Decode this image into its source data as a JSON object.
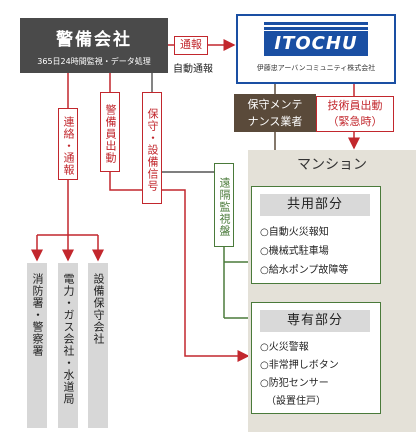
{
  "security_company": {
    "title": "警備会社",
    "subtitle": "365日24時間監視・データ処理"
  },
  "management_company": {
    "logo_text": "ITOCHU",
    "name": "伊藤忠アーバンコミュニティ株式会社"
  },
  "report_label": "通報",
  "auto_report_label": "自動通報",
  "maintenance_vendor": [
    "保守メンテ",
    "ナンス業者"
  ],
  "technician_dispatch": [
    "技術員出動",
    "（緊急時）"
  ],
  "vertical_labels": {
    "contact_report": "連絡・通報",
    "guard_dispatch": "警備員出動",
    "maintenance_signal": "保守・設備信号",
    "remote_monitoring": "遠隔監視盤"
  },
  "mansion": {
    "title": "マンション"
  },
  "common_area": {
    "title": "共用部分",
    "items": [
      "○自動火災報知",
      "○機械式駐車場",
      "○給水ポンプ故障等"
    ]
  },
  "private_area": {
    "title": "専有部分",
    "items": [
      "○火災警報",
      "○非常押しボタン",
      "○防犯センサー",
      "（設置住戸）"
    ]
  },
  "recipients": [
    "消防署・警察署",
    "電力・ガス会社・水道局",
    "設備保守会社"
  ],
  "colors": {
    "red": "#c2272d",
    "dark_gray": "#4a4a4a",
    "brown": "#5a4a3a",
    "green": "#4a7a3a",
    "blue": "#1a4fa3",
    "beige": "#e4e1d8"
  }
}
